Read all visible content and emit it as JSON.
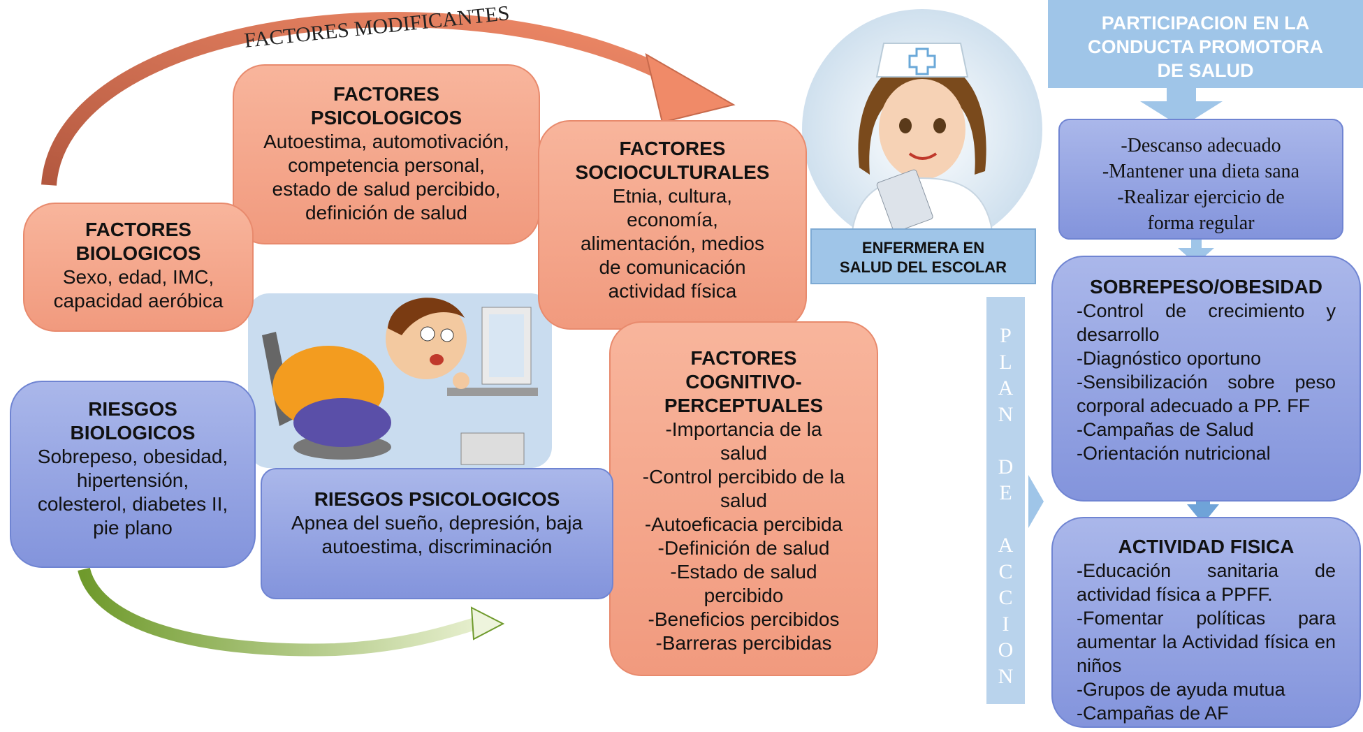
{
  "arc_label": "FACTORES MODIFICANTES",
  "factores_psicologicos": {
    "title": "FACTORES\nPSICOLOGICOS",
    "body": "Autoestima, automotivación,\ncompetencia personal,\nestado de salud percibido,\ndefinición de salud"
  },
  "factores_biologicos": {
    "title": "FACTORES\nBIOLOGICOS",
    "body": "Sexo, edad, IMC,\ncapacidad aeróbica"
  },
  "factores_socioculturales": {
    "title": "FACTORES\nSOCIOCULTURALES",
    "body": "Etnia, cultura,\neconomía,\nalimentación, medios\nde comunicación\nactividad física"
  },
  "factores_cognitivo": {
    "title": "FACTORES\nCOGNITIVO-\nPERCEPTUALES",
    "body": "-Importancia de la\nsalud\n-Control percibido de la\nsalud\n-Autoeficacia percibida\n-Definición de salud\n-Estado de salud\npercibido\n-Beneficios percibidos\n-Barreras percibidas"
  },
  "riesgos_biologicos": {
    "title": "RIESGOS\nBIOLOGICOS",
    "body": "Sobrepeso, obesidad,\nhipertensión,\ncolesterol, diabetes II,\npie plano"
  },
  "riesgos_psicologicos": {
    "title": "RIESGOS PSICOLOGICOS",
    "body": "Apnea del sueño, depresión, baja\nautoestima, discriminación"
  },
  "enfermera": "ENFERMERA EN\nSALUD DEL ESCOLAR",
  "participacion": "PARTICIPACION EN LA\nCONDUCTA PROMOTORA\nDE SALUD",
  "habitos": "-Descanso adecuado\n-Mantener una dieta sana\n-Realizar ejercicio de\nforma regular",
  "plan_accion": [
    "P",
    "L",
    "A",
    "N",
    "",
    "D",
    "E",
    "",
    "A",
    "C",
    "C",
    "I",
    "O",
    "N"
  ],
  "sobrepeso": {
    "title": "SOBREPESO/OBESIDAD",
    "items": [
      "-Control de crecimiento y desarrollo",
      "-Diagnóstico oportuno",
      "-Sensibilización sobre peso corporal adecuado a PP. FF",
      "-Campañas de Salud",
      "-Orientación nutricional"
    ]
  },
  "actividad": {
    "title": "ACTIVIDAD FISICA",
    "items": [
      "-Educación sanitaria de actividad física a PPFF.",
      "-Fomentar políticas para aumentar la Actividad física en niños",
      "-Grupos de ayuda mutua",
      "-Campañas de AF"
    ]
  },
  "colors": {
    "salmon": "#f4a68a",
    "blue": "#8e9fe0",
    "light_blue": "#9fc5e8",
    "arrow_red": "#d9694b",
    "arrow_green": "#7fa83a"
  }
}
